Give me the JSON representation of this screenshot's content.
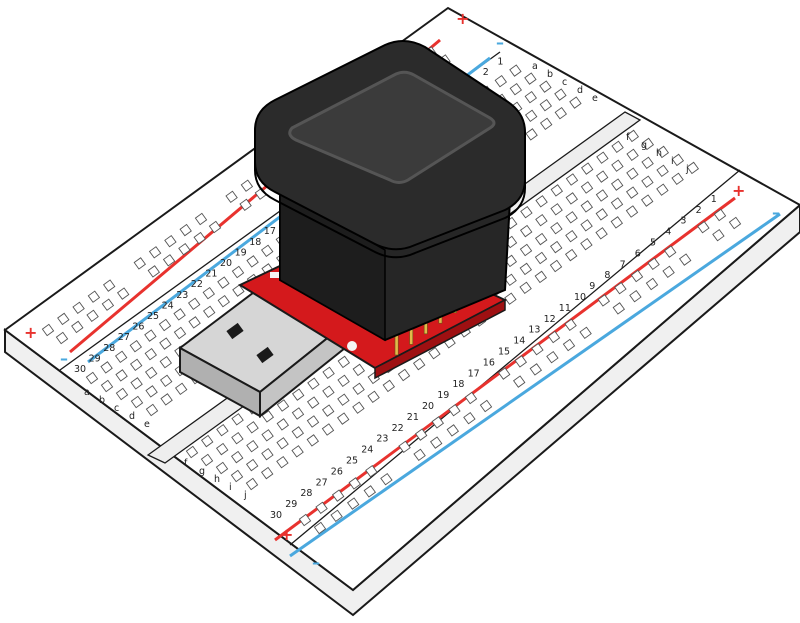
{
  "image": {
    "description_free": true
  },
  "breadboard": {
    "columns_left": [
      "a",
      "b",
      "c",
      "d",
      "e"
    ],
    "columns_right": [
      "f",
      "g",
      "h",
      "i",
      "j"
    ],
    "rows_first": 1,
    "rows_last": 30,
    "rail_plus": "+",
    "rail_minus": "–",
    "colors": {
      "board": "#ffffff",
      "outline": "#1a1a1a",
      "hole": "#bdbdbd",
      "red_rail": "#e8322e",
      "blue_rail": "#4aa8de"
    }
  },
  "module": {
    "colors": {
      "pcb": "#d4191c",
      "case": "#262626",
      "screen": "#3b3b3b",
      "usb_metal": "#d6d6d6",
      "pins": "#e2b94a"
    },
    "icons": [
      "screen-icon",
      "usb-plug-icon",
      "pin-header-icon"
    ]
  }
}
